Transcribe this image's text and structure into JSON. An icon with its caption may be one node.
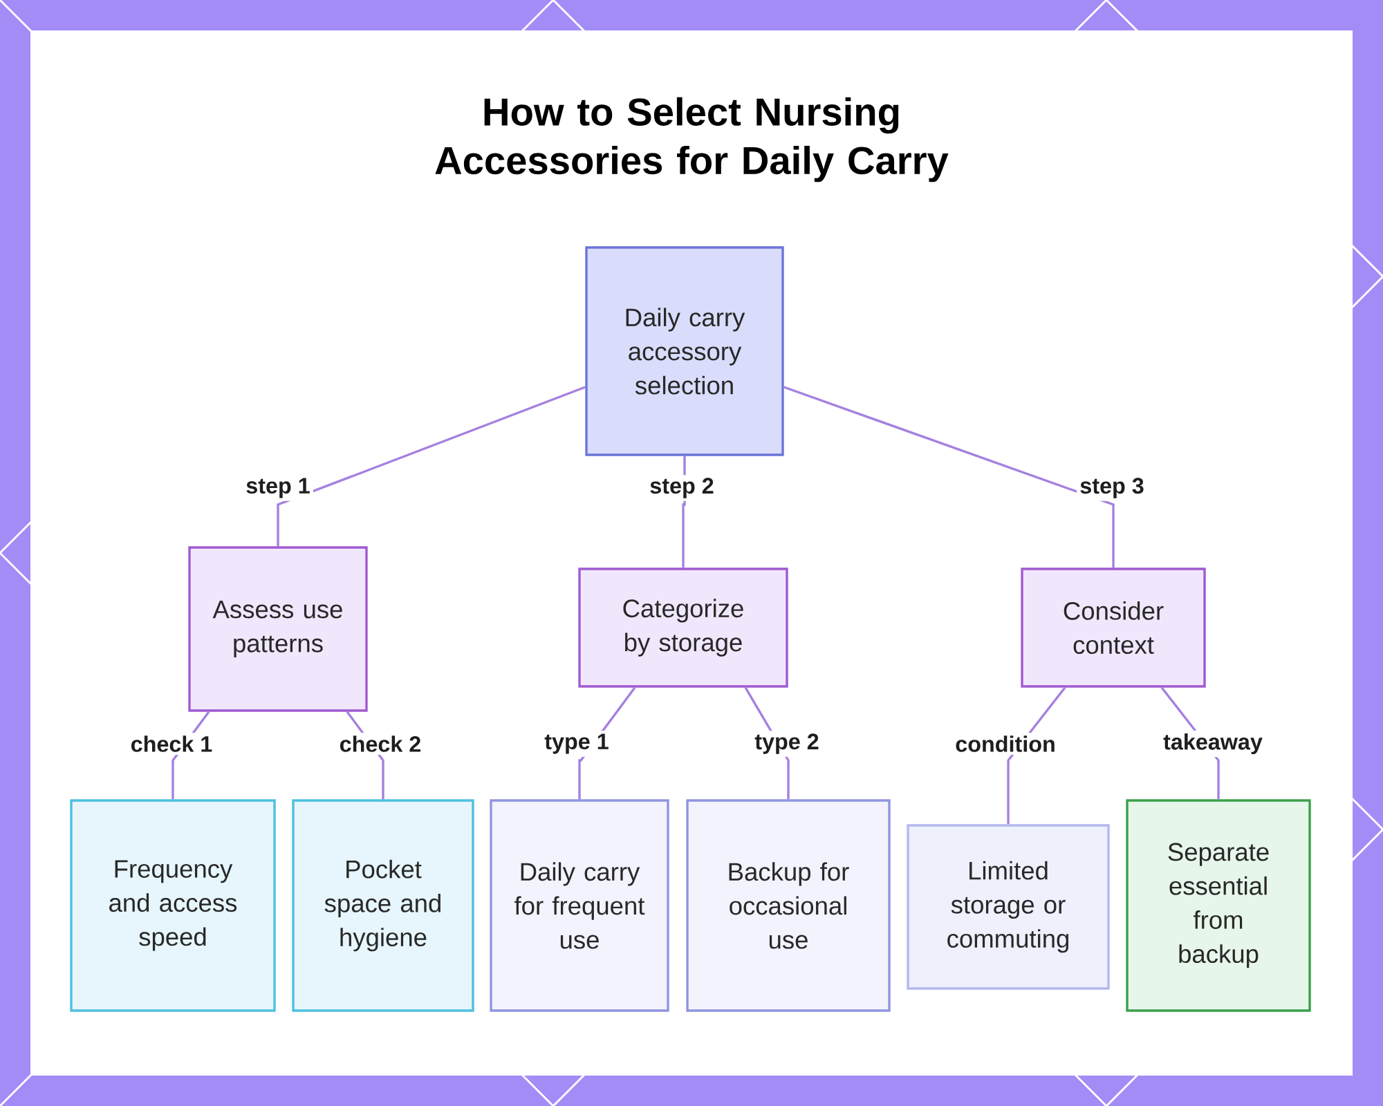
{
  "diagram": {
    "title": "How to Select Nursing Accessories for Daily Carry",
    "nodes": [
      {
        "text": [
          "Daily carry accessory selection"
        ]
      },
      {
        "text": [
          "Assess use patterns"
        ]
      },
      {
        "text": [
          "Categorize by storage"
        ]
      },
      {
        "text": [
          "Consider context"
        ]
      },
      {
        "text": [
          "Frequency and access speed"
        ]
      },
      {
        "text": [
          "Pocket space and hygiene"
        ]
      },
      {
        "text": [
          "Daily carry for frequent use"
        ]
      },
      {
        "text": [
          "Backup for occasional use"
        ]
      },
      {
        "text": [
          "Limited storage or commuting"
        ]
      },
      {
        "text": [
          "Separate essential from backup"
        ]
      }
    ],
    "edges": [
      {
        "from": 0,
        "to": 1,
        "arrow": "none",
        "label": "step 1"
      },
      {
        "from": 0,
        "to": 2,
        "arrow": "none",
        "label": "step 2"
      },
      {
        "from": 0,
        "to": 3,
        "arrow": "none",
        "label": "step 3"
      },
      {
        "from": 1,
        "to": 4,
        "arrow": "none",
        "label": "check 1"
      },
      {
        "from": 1,
        "to": 5,
        "arrow": "none",
        "label": "check 2"
      },
      {
        "from": 2,
        "to": 6,
        "arrow": "none",
        "label": "type 1"
      },
      {
        "from": 2,
        "to": 7,
        "arrow": "none",
        "label": "type 2"
      },
      {
        "from": 3,
        "to": 8,
        "arrow": "none",
        "label": "condition"
      },
      {
        "from": 3,
        "to": 9,
        "arrow": "none",
        "label": "takeaway"
      }
    ]
  }
}
